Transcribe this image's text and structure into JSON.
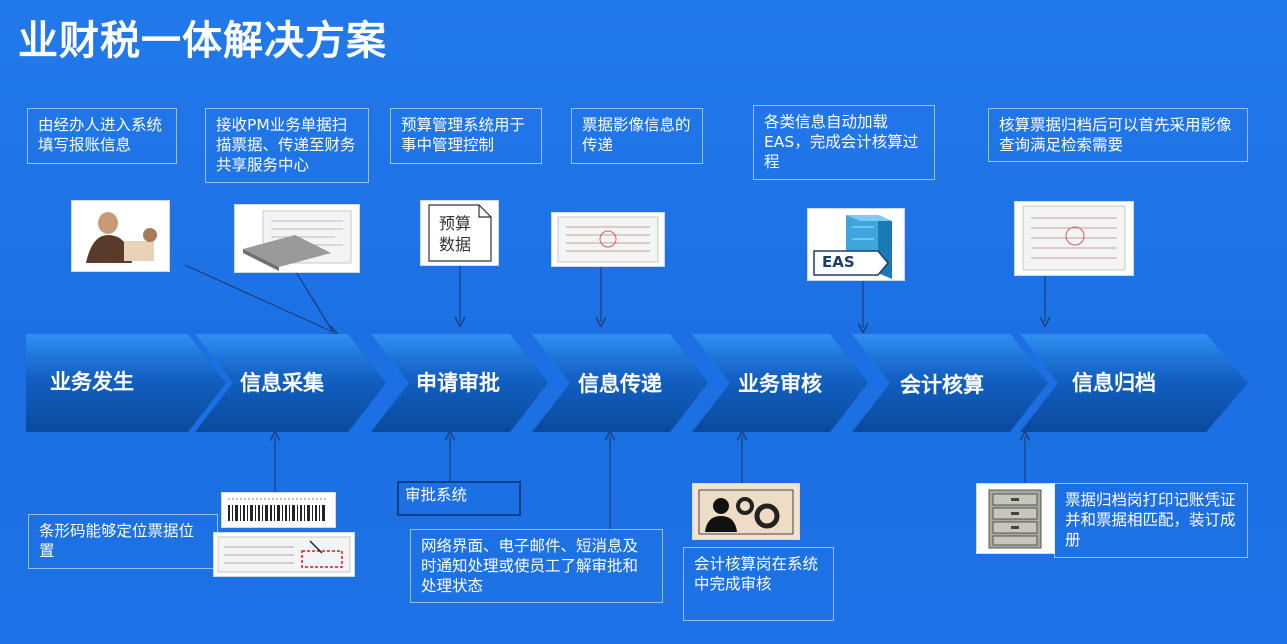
{
  "title": "业财税一体解决方案",
  "stages": [
    {
      "label": "业务发生"
    },
    {
      "label": "信息采集"
    },
    {
      "label": "申请审批"
    },
    {
      "label": "信息传递"
    },
    {
      "label": "业务审核"
    },
    {
      "label": "会计核算"
    },
    {
      "label": "信息归档"
    }
  ],
  "top_notes": [
    {
      "text": "由经办人进入系统填写报账信息"
    },
    {
      "text": "接收PM业务单据扫描票据、传递至财务共享服务中心"
    },
    {
      "text": "预算管理系统用于事中管理控制"
    },
    {
      "text": "票据影像信息的传递"
    },
    {
      "text": "各类信息自动加载EAS，完成会计核算过程"
    },
    {
      "text": "核算票据归档后可以首先采用影像查询满足检索需要"
    }
  ],
  "bottom_notes": [
    {
      "text": "条形码能够定位票据位置"
    },
    {
      "text": "审批系统"
    },
    {
      "text": "网络界面、电子邮件、短消息及时通知处理或使员工了解审批和处理状态"
    },
    {
      "text": "会计核算岗在系统中完成审核"
    },
    {
      "text": "票据归档岗打印记账凭证并和票据相匹配，装订成册"
    }
  ],
  "images": {
    "budget_line1": "预算",
    "budget_line2": "数据",
    "eas": "EAS"
  },
  "colors": {
    "background": "#1e74e6",
    "arrow_light": "#2a88ee",
    "arrow_dark": "#0b4fa8",
    "text": "#ffffff"
  }
}
